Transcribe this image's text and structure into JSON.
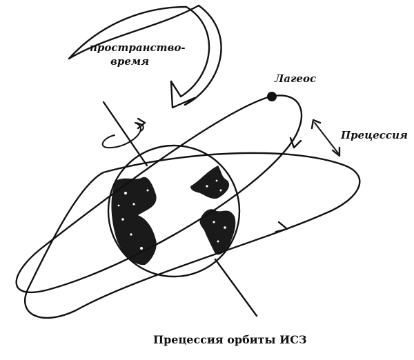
{
  "labels": {
    "spacetime_line1": "пространство-",
    "spacetime_line2": "время",
    "satellite": "Лагеос",
    "precession": "Прецессия"
  },
  "caption": "Прецессия орбиты ИСЗ",
  "colors": {
    "ink": "#111111",
    "background": "#ffffff"
  }
}
